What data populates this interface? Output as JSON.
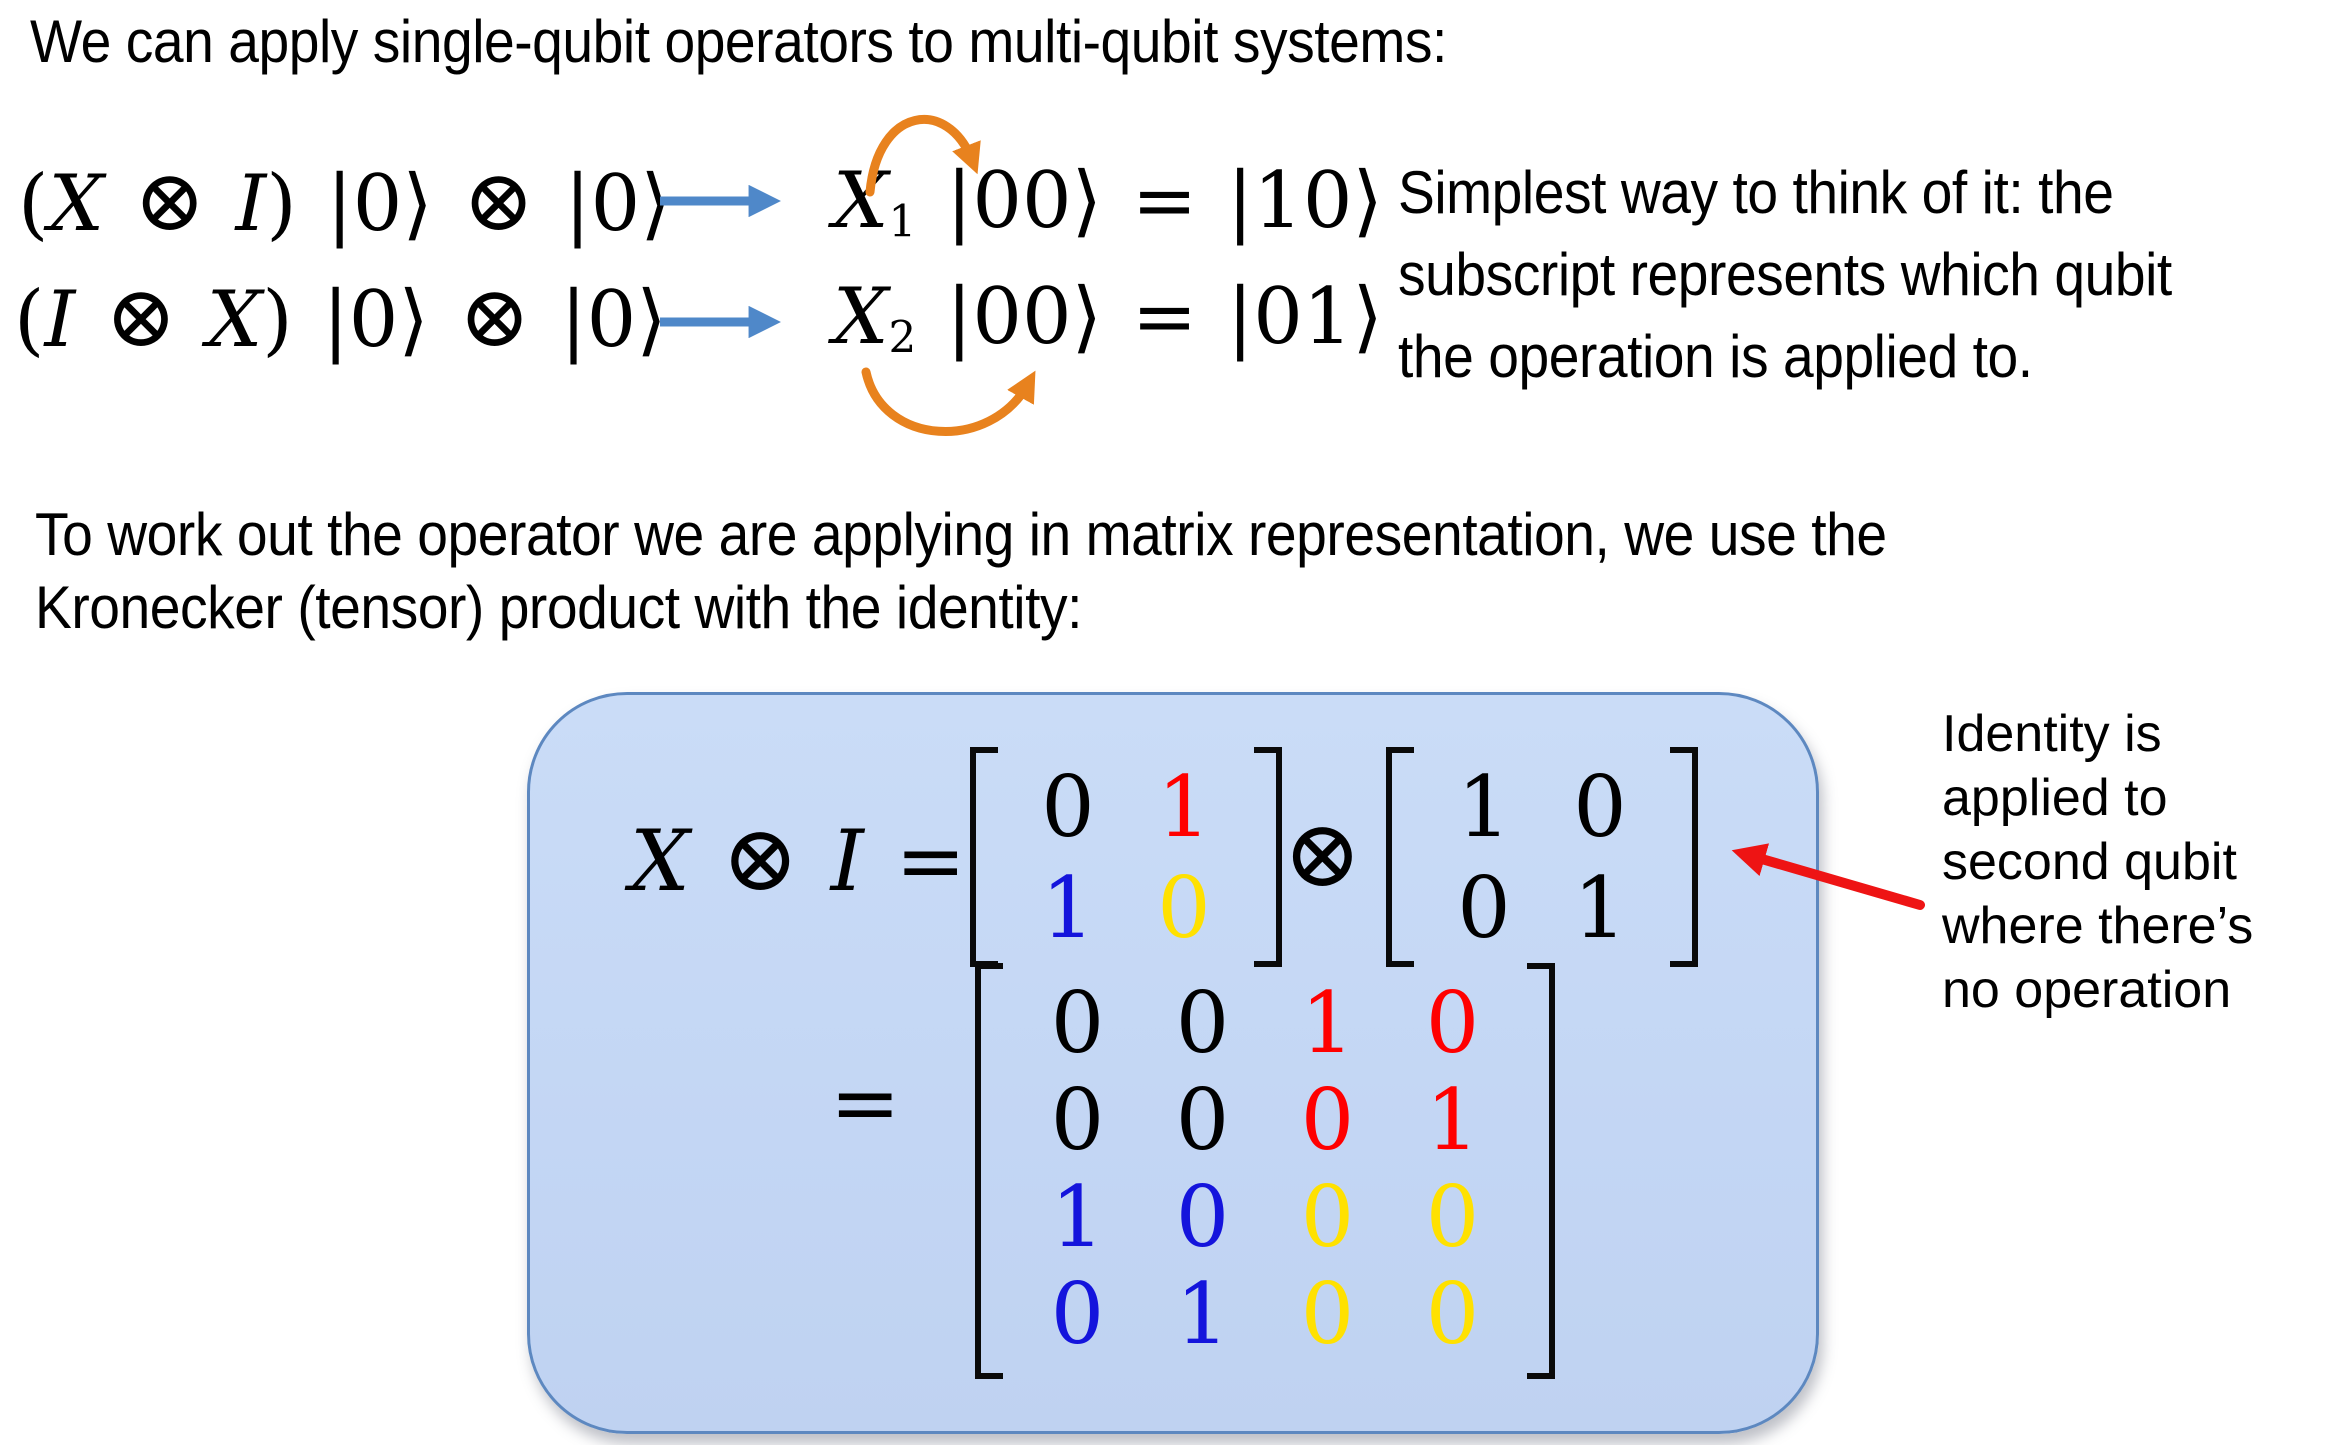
{
  "texts": {
    "title": "We can apply single-qubit operators to multi-qubit systems:",
    "paragraph_lines": [
      "To work out the operator we are applying in matrix representation, we use the",
      "Kronecker (tensor) product with the identity:"
    ]
  },
  "side_note": {
    "lines": [
      "Simplest way to think of it: the",
      "subscript represents which qubit",
      "the operation is applied to."
    ]
  },
  "identity_note": {
    "lines": [
      "Identity is",
      "applied to",
      "second qubit",
      "where there’s",
      "no operation"
    ]
  },
  "equations": {
    "row1": {
      "lhs": [
        {
          "t": "(",
          "s": "n"
        },
        {
          "t": "X",
          "s": "v"
        },
        {
          "t": " ",
          "s": "n"
        },
        {
          "t": "⊗",
          "s": "o"
        },
        {
          "t": " ",
          "s": "n"
        },
        {
          "t": "I",
          "s": "v"
        },
        {
          "t": ") ",
          "s": "n"
        },
        {
          "t": "|0⟩",
          "s": "n"
        },
        {
          "t": " ",
          "s": "n"
        },
        {
          "t": "⊗",
          "s": "o"
        },
        {
          "t": " ",
          "s": "n"
        },
        {
          "t": "|0⟩",
          "s": "n"
        }
      ],
      "rhs": [
        {
          "t": "X",
          "s": "v"
        },
        {
          "t": "1",
          "s": "b"
        },
        {
          "t": " |00⟩ = |10⟩",
          "s": "n"
        }
      ]
    },
    "row2": {
      "lhs": [
        {
          "t": "(",
          "s": "n"
        },
        {
          "t": "I",
          "s": "v"
        },
        {
          "t": " ",
          "s": "n"
        },
        {
          "t": "⊗",
          "s": "o"
        },
        {
          "t": " ",
          "s": "n"
        },
        {
          "t": "X",
          "s": "v"
        },
        {
          "t": ") ",
          "s": "n"
        },
        {
          "t": "|0⟩",
          "s": "n"
        },
        {
          "t": " ",
          "s": "n"
        },
        {
          "t": "⊗",
          "s": "o"
        },
        {
          "t": " ",
          "s": "n"
        },
        {
          "t": "|0⟩",
          "s": "n"
        }
      ],
      "rhs": [
        {
          "t": "X",
          "s": "v"
        },
        {
          "t": "2",
          "s": "b"
        },
        {
          "t": " |00⟩ = |01⟩",
          "s": "n"
        }
      ]
    }
  },
  "box": {
    "lhs": [
      {
        "t": "X",
        "s": "v"
      },
      {
        "t": " ",
        "s": "n"
      },
      {
        "t": "⊗",
        "s": "o"
      },
      {
        "t": " ",
        "s": "n"
      },
      {
        "t": "I",
        "s": "v"
      },
      {
        "t": " =",
        "s": "n"
      }
    ],
    "tensor_symbol": "⊗",
    "equals_symbol": "=",
    "matrix_x": {
      "rows": [
        [
          {
            "v": "0",
            "c": "#000000"
          },
          {
            "v": "1",
            "c": "#ff0000"
          }
        ],
        [
          {
            "v": "1",
            "c": "#1414dc"
          },
          {
            "v": "0",
            "c": "#ffe100"
          }
        ]
      ]
    },
    "matrix_i": {
      "rows": [
        [
          {
            "v": "1",
            "c": "#000000"
          },
          {
            "v": "0",
            "c": "#000000"
          }
        ],
        [
          {
            "v": "0",
            "c": "#000000"
          },
          {
            "v": "1",
            "c": "#000000"
          }
        ]
      ]
    },
    "matrix_result": {
      "rows": [
        [
          {
            "v": "0",
            "c": "#000000"
          },
          {
            "v": "0",
            "c": "#000000"
          },
          {
            "v": "1",
            "c": "#ff0000"
          },
          {
            "v": "0",
            "c": "#ff0000"
          }
        ],
        [
          {
            "v": "0",
            "c": "#000000"
          },
          {
            "v": "0",
            "c": "#000000"
          },
          {
            "v": "0",
            "c": "#ff0000"
          },
          {
            "v": "1",
            "c": "#ff0000"
          }
        ],
        [
          {
            "v": "1",
            "c": "#1414dc"
          },
          {
            "v": "0",
            "c": "#1414dc"
          },
          {
            "v": "0",
            "c": "#ffe100"
          },
          {
            "v": "0",
            "c": "#ffe100"
          }
        ],
        [
          {
            "v": "0",
            "c": "#1414dc"
          },
          {
            "v": "1",
            "c": "#1414dc"
          },
          {
            "v": "0",
            "c": "#ffe100"
          },
          {
            "v": "0",
            "c": "#ffe100"
          }
        ]
      ]
    }
  },
  "colors": {
    "accent_blue_arrow": "#4f88c9",
    "accent_orange": "#e8821e",
    "accent_red": "#ee1414",
    "box_fill": "#c3d6f4",
    "box_border": "#5d88c0",
    "matrix_red": "#ff0000",
    "matrix_blue": "#1414dc",
    "matrix_yellow": "#ffe100",
    "matrix_black": "#000000"
  }
}
